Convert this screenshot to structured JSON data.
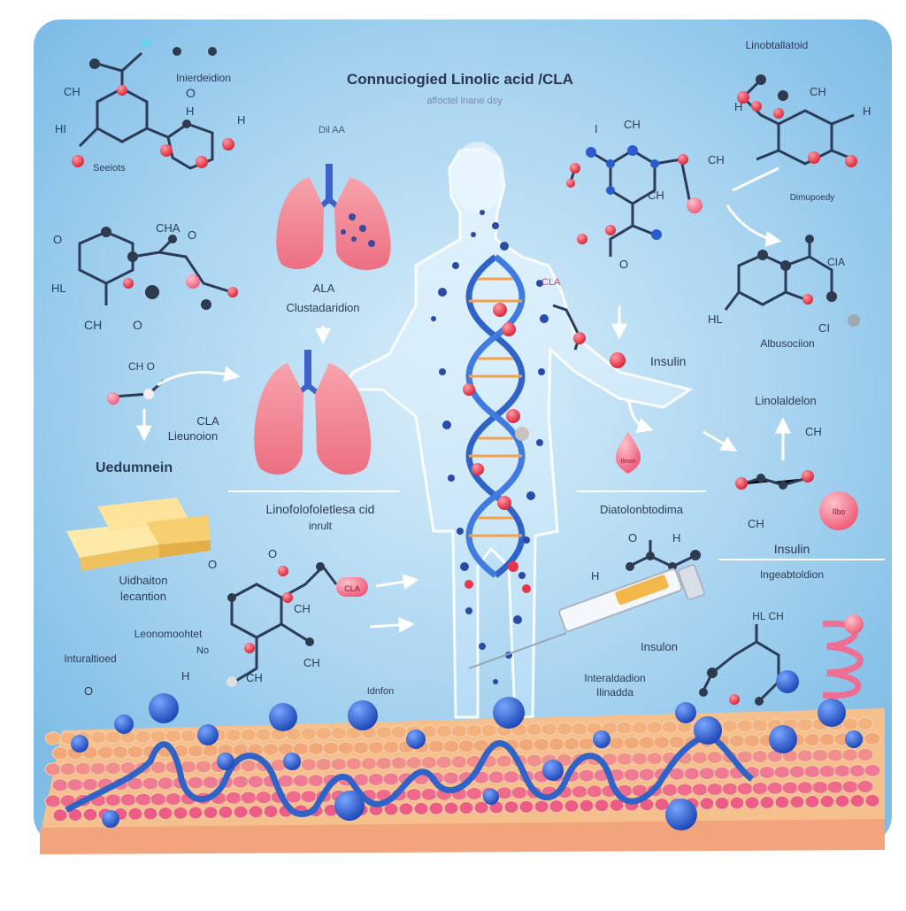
{
  "title": "Connuciogied Linolic acid /CLA",
  "subtitle": "affoctel lnane dsy",
  "labels": {
    "top_left_1": "Inierdeidion",
    "top_left_2": "Seeiots",
    "top_right_acid": "Linobtallatoid",
    "lung_top": "Dil AA",
    "ala": "ALA",
    "clusta": "Clustadaridion",
    "cla_lieu": "CLA\nLieunoion",
    "ueda": "Uedumnein",
    "udl": "Uidhaiton\nlecantion",
    "linofo": "Linofolofoletlesa cid\ninrult",
    "diab": "Diatolonbtodima",
    "insulin_mid": "Insulin",
    "insulin_syringe": "Insulon",
    "insulin_right": "Insulin",
    "ingeab": "Ingeabtoldion",
    "linola": "Linolaldelon",
    "albuse": "Albusociion",
    "dimupo": "Dimupoedy",
    "leono": "Leonomoohtet",
    "intur": "Inturaltioed",
    "idon": "Idnfon",
    "interact": "Interaldadion\nIlinadda",
    "cla_spiral": "CLA",
    "cla_pill": "CLA",
    "drop": "Ilmon",
    "sphere": "Ilbo"
  },
  "atoms": {
    "CH": "CH",
    "CHA": "CHA",
    "HI": "HI",
    "H": "H",
    "O": "O",
    "CHO": "CH O",
    "HL": "HL",
    "HLCH": "HL CH",
    "CIA": "CIA",
    "No": "No",
    "CI": "CI",
    "I": "I"
  },
  "colors": {
    "bg": "#a9d3ef",
    "lung": "#f28c99",
    "helix": "#2f63c7",
    "atom_red": "#e8354a",
    "bead_blue": "#2a5bd0",
    "tissue_top": "#f4b07a",
    "tissue_bottom": "#ef5c80"
  }
}
